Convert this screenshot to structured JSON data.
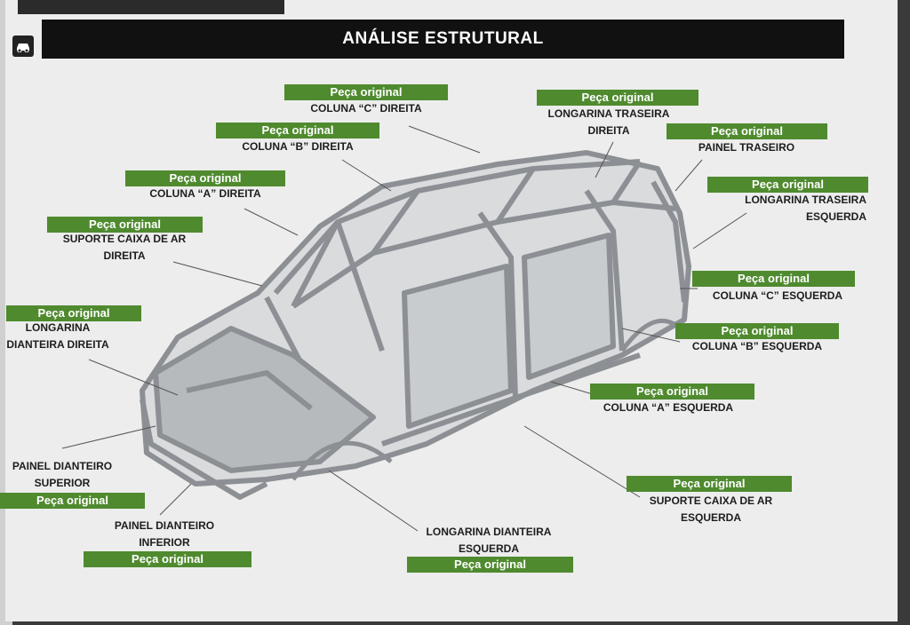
{
  "header": {
    "title": "ANÁLISE ESTRUTURAL",
    "icon": "car-icon"
  },
  "tag_text": "Peça original",
  "colors": {
    "tag": "#4f8a2f",
    "header": "#111111"
  },
  "callouts": [
    {
      "id": "coluna-c-direita",
      "tag": "Peça original",
      "label": "COLUNA “C” DIREITA"
    },
    {
      "id": "coluna-b-direita",
      "tag": "Peça original",
      "label": "COLUNA “B” DIREITA"
    },
    {
      "id": "coluna-a-direita",
      "tag": "Peça original",
      "label": "COLUNA “A” DIREITA"
    },
    {
      "id": "suporte-caixa-ar-direita",
      "tag": "Peça original",
      "label": "SUPORTE CAIXA DE AR\nDIREITA"
    },
    {
      "id": "longarina-dianteira-direita",
      "tag": "Peça original",
      "label": "LONGARINA\nDIANTEIRA DIREITA"
    },
    {
      "id": "painel-dianteiro-superior",
      "tag": "Peça original",
      "label": "PAINEL DIANTEIRO\nSUPERIOR"
    },
    {
      "id": "painel-dianteiro-inferior",
      "tag": "Peça original",
      "label": "PAINEL DIANTEIRO\nINFERIOR"
    },
    {
      "id": "longarina-dianteira-esquerda",
      "tag": "Peça original",
      "label": "LONGARINA DIANTEIRA\nESQUERDA"
    },
    {
      "id": "longarina-traseira-direita",
      "tag": "Peça original",
      "label": "LONGARINA TRASEIRA\nDIREITA"
    },
    {
      "id": "painel-traseiro",
      "tag": "Peça original",
      "label": "PAINEL TRASEIRO"
    },
    {
      "id": "longarina-traseira-esquerda",
      "tag": "Peça original",
      "label": "LONGARINA TRASEIRA\nESQUERDA"
    },
    {
      "id": "coluna-c-esquerda",
      "tag": "Peça original",
      "label": "COLUNA “C” ESQUERDA"
    },
    {
      "id": "coluna-b-esquerda",
      "tag": "Peça original",
      "label": "COLUNA “B” ESQUERDA"
    },
    {
      "id": "coluna-a-esquerda",
      "tag": "Peça original",
      "label": "COLUNA “A” ESQUERDA"
    },
    {
      "id": "suporte-caixa-ar-esquerda",
      "tag": "Peça original",
      "label": "SUPORTE CAIXA DE AR\nESQUERDA"
    }
  ]
}
